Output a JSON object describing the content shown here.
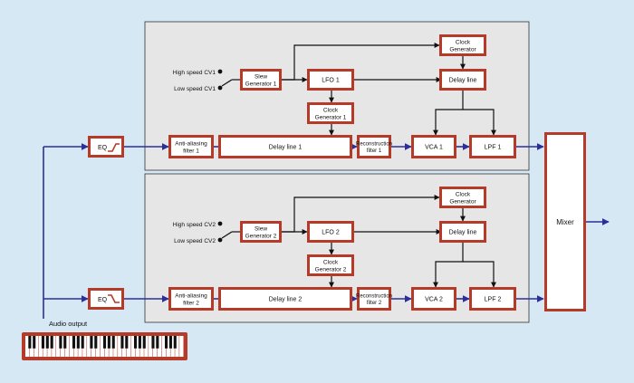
{
  "colors": {
    "background": "#d6e8f3",
    "panel": "#e6e6e6",
    "block_frame": "#b53a28",
    "block_fill": "#ffffff",
    "audio_line": "#2b2f9a",
    "control_line": "#111111",
    "keyboard_body": "#b53a28"
  },
  "keyboard": {
    "label": "Audio output"
  },
  "mixer": {
    "label": "Mixer"
  },
  "channels": [
    {
      "eq": {
        "label": "EQ",
        "curve": "high-shelf"
      },
      "high_cv": "High speed CV1",
      "low_cv": "Low speed CV1",
      "slew": [
        "Slew",
        "Generator 1"
      ],
      "lfo": "LFO 1",
      "clock_top": [
        "Clock",
        "Generator"
      ],
      "delay_mod": "Delay line",
      "clock_mid": [
        "Clock",
        "Generator 1"
      ],
      "anti_alias": [
        "Anti-aliasing",
        "filter 1"
      ],
      "delay_main": "Delay line 1",
      "recon": [
        "Reconstruction",
        "filter 1"
      ],
      "vca": "VCA 1",
      "lpf": "LPF 1"
    },
    {
      "eq": {
        "label": "EQ",
        "curve": "low-shelf"
      },
      "high_cv": "High speed CV2",
      "low_cv": "Low speed CV2",
      "slew": [
        "Slew",
        "Generator 2"
      ],
      "lfo": "LFO 2",
      "clock_top": [
        "Clock",
        "Generator"
      ],
      "delay_mod": "Delay line",
      "clock_mid": [
        "Clock",
        "Generator 2"
      ],
      "anti_alias": [
        "Anti-aliasing",
        "filter 2"
      ],
      "delay_main": "Delay line 2",
      "recon": [
        "Reconstruction",
        "filter 2"
      ],
      "vca": "VCA 2",
      "lpf": "LPF 2"
    }
  ]
}
